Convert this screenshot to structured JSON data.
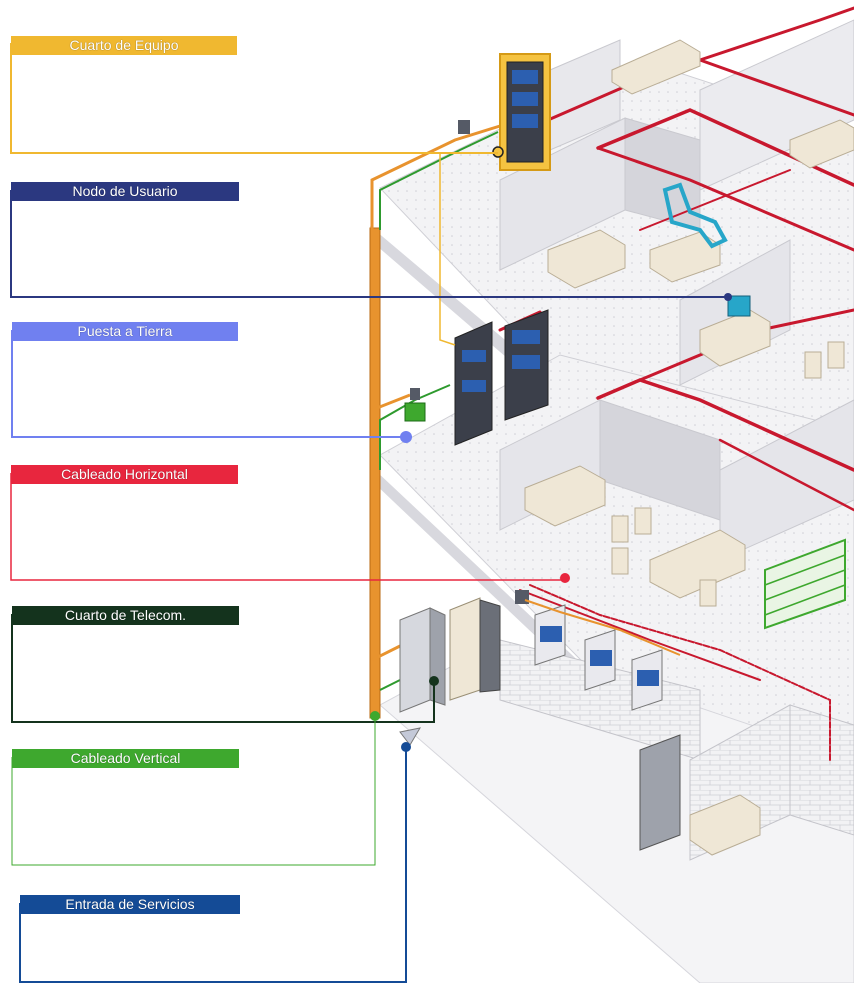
{
  "legend": [
    {
      "key": "equipment_room",
      "label": "Cuarto de Equipo",
      "color": "#f0b830"
    },
    {
      "key": "user_node",
      "label": "Nodo de Usuario",
      "color": "#2b3880"
    },
    {
      "key": "grounding",
      "label": "Puesta a Tierra",
      "color": "#7080f0"
    },
    {
      "key": "horizontal_cabling",
      "label": "Cableado Horizontal",
      "color": "#e8263e"
    },
    {
      "key": "telecom_room",
      "label": "Cuarto de Telecom.",
      "color": "#14331d"
    },
    {
      "key": "vertical_cabling",
      "label": "Cableado Vertical",
      "color": "#3ea82e"
    },
    {
      "key": "service_entrance",
      "label": "Entrada de Servicios",
      "color": "#144b96"
    }
  ],
  "palette": {
    "backbone_orange": "#e8932e",
    "floor_fill": "#f1f1f3",
    "floor_edge": "#c9c9cf",
    "wall_fill": "#e3e3e7",
    "rack_dark": "#3b3f4a",
    "furniture": "#efe7d6"
  }
}
